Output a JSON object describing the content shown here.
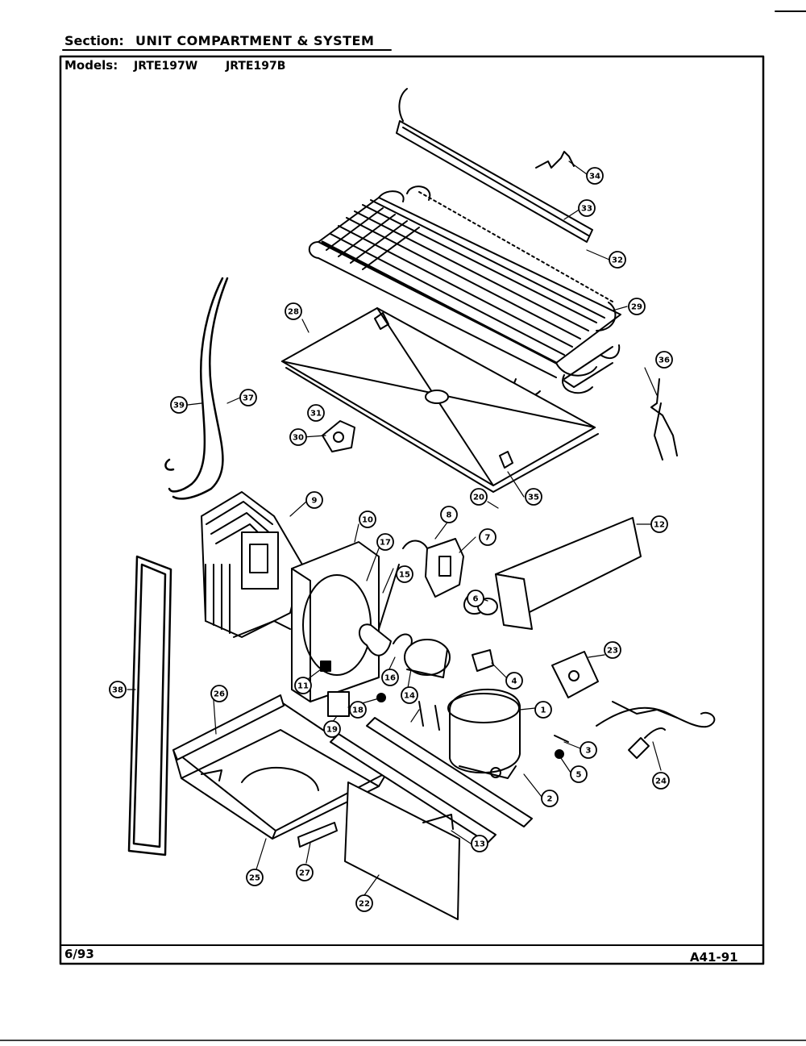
{
  "header": {
    "section_label": "Section:",
    "section_value": "UNIT COMPARTMENT & SYSTEM",
    "models_label": "Models:",
    "models": [
      "JRTE197W",
      "JRTE197B"
    ]
  },
  "footer": {
    "date": "6/93",
    "page_code": "A41-91"
  },
  "callouts": [
    "34",
    "33",
    "32",
    "29",
    "28",
    "36",
    "37",
    "31",
    "30",
    "39",
    "20",
    "35",
    "9",
    "10",
    "17",
    "8",
    "7",
    "12",
    "15",
    "6",
    "23",
    "11",
    "16",
    "14",
    "4",
    "1",
    "26",
    "19",
    "18",
    "3",
    "5",
    "2",
    "24",
    "38",
    "25",
    "27",
    "13",
    "22"
  ],
  "colors": {
    "ink": "#000000",
    "paper": "#ffffff"
  }
}
